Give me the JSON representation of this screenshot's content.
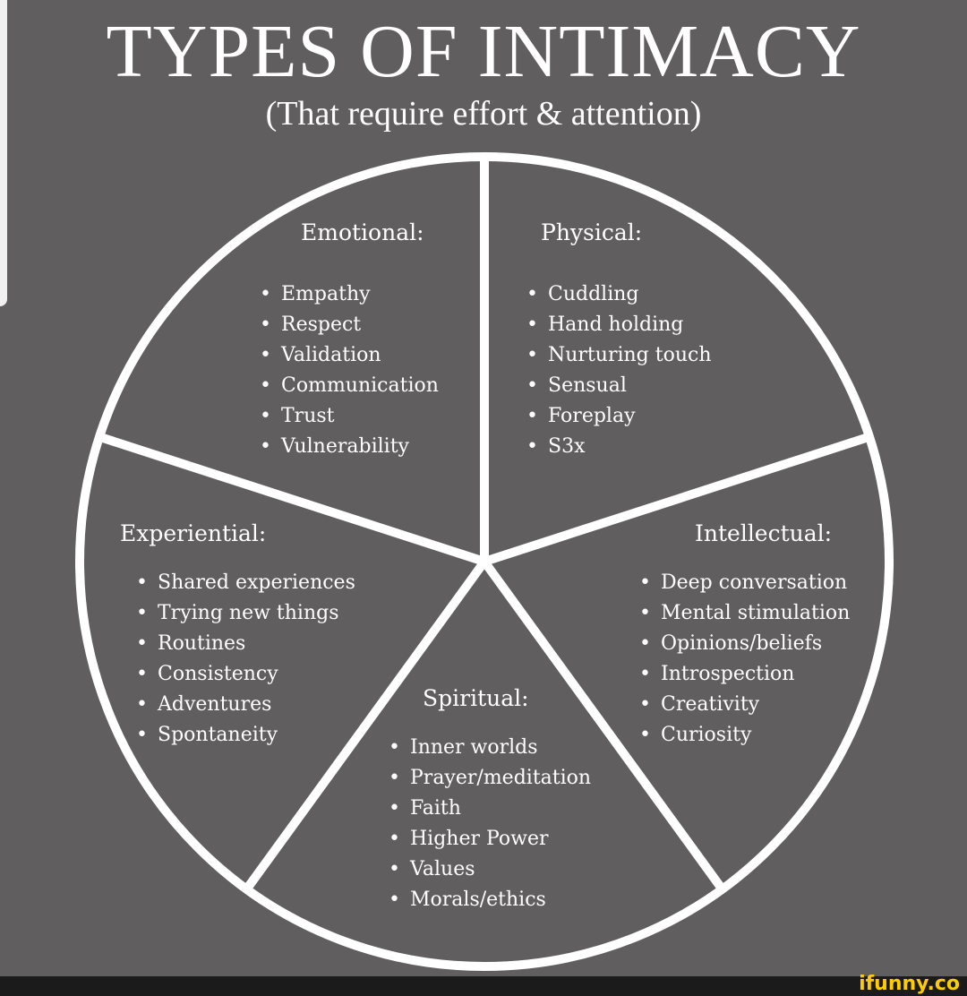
{
  "title": "TYPES OF INTIMACY",
  "subtitle": "(That require effort & attention)",
  "colors": {
    "background": "#605e5f",
    "lines": "#ffffff",
    "text": "#ffffff",
    "watermark": "#ffcc00"
  },
  "segments": [
    {
      "heading": "Emotional:",
      "items": [
        "Empathy",
        "Respect",
        "Validation",
        "Communication",
        "Trust",
        "Vulnerability"
      ]
    },
    {
      "heading": "Physical:",
      "items": [
        "Cuddling",
        "Hand holding",
        "Nurturing touch",
        "Sensual",
        "Foreplay",
        "S3x"
      ]
    },
    {
      "heading": "Intellectual:",
      "items": [
        "Deep conversation",
        "Mental stimulation",
        "Opinions/beliefs",
        "Introspection",
        "Creativity",
        "Curiosity"
      ]
    },
    {
      "heading": "Spiritual:",
      "items": [
        "Inner worlds",
        "Prayer/meditation",
        "Faith",
        "Higher Power",
        "Values",
        "Morals/ethics"
      ]
    },
    {
      "heading": "Experiential:",
      "items": [
        "Shared experiences",
        "Trying new things",
        "Routines",
        "Consistency",
        "Adventures",
        "Spontaneity"
      ]
    }
  ],
  "watermark": "ifunny.co"
}
